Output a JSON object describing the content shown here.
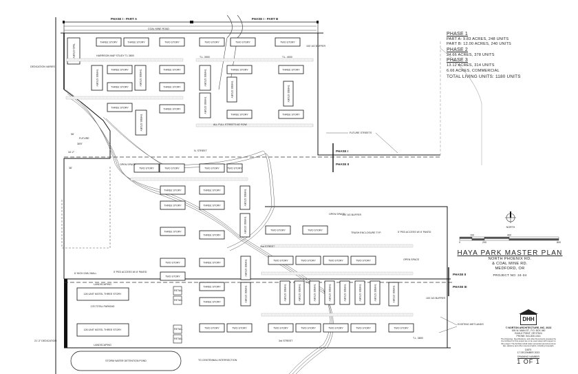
{
  "plan": {
    "phase_headers": {
      "part_a": "PHASE I - PART A",
      "part_b": "PHASE I - PART B"
    },
    "phase_markers": [
      {
        "above": "PHASE I",
        "below": "PHASE II"
      },
      {
        "above": "PHASE II",
        "below": "PHASE III"
      }
    ],
    "roads": {
      "coal_mine_road": "COAL MINE ROAD",
      "n_street": "N. STREET",
      "second_street": "2nd STREET",
      "third_street": "3rd STREET",
      "all_streets_note": "ALL FULL STREETS 60' ROW"
    },
    "building_labels": {
      "three_story": "THREE STORY",
      "two_story": "TWO STORY",
      "future": "FUTURE",
      "open_space": "OPEN SPACE"
    },
    "annotations": {
      "dedication_varies": "DEDICATION VARIES",
      "dim_58": "58'",
      "dim_38": "38'",
      "dim_34_2": "34'-2\"",
      "dim_38_6": "38'6\"",
      "future_streets": "FUTURE STREETS",
      "ag_buffer": "100' AG BUFFER",
      "trash_enclosure": "TRASH ENCLOSURE TYP.",
      "ped_access": "5' PED ACCESS W/ 8' PAVED",
      "cmu_wall": "6' HIGH CMU WALL",
      "dedication_21": "21'-3\" DEDICATION",
      "landscaping": "LANDSCAPING",
      "motel": "126 UNIT MOTEL THREE STORY",
      "total_parking": "178 TOTAL PARKING",
      "retail": "RETAIL",
      "detention_pond": "STORM WATER DETENTION POND",
      "centennial": "TO CENTENNIAL INTERSECTION",
      "existing_wetlands": "EXISTING WETLANDS",
      "harrison_note": "HARRISON MAP STUDY TL 3800",
      "tl_3900": "T.L. 3900",
      "tl_4000": "T.L. 4000",
      "tl_3800": "T.L. 3800"
    }
  },
  "legend": {
    "phase1_title": "PHASE 1",
    "phase1_part_a": "PART A: 9.83 ACRES, 248 UNITS",
    "phase1_part_b": "PART B: 12.00 ACRES, 240 UNITS",
    "phase2_title": "PHASE 2",
    "phase2_line": "24.66 ACRES, 378 UNITS",
    "phase3_title": "PHASE 3",
    "phase3_line1": "13.12 ACRES, 314 UNITS",
    "phase3_line2": "6.66 ACRES, COMMERCIAL",
    "total": "TOTAL LIVING UNITS: 1180 UNITS"
  },
  "scale_bar": {
    "ticks": [
      "0",
      "100",
      "200",
      "400",
      "800"
    ],
    "label": "NORTH"
  },
  "title_block": {
    "title": "HAYA PARK MASTER PLAN",
    "line1": "NORTH PHOENIX RD.",
    "line2": "& COAL MINE RD.",
    "line3": "MEDFORD, OR",
    "project": "PROJECT NO: 24-34"
  },
  "stamp": {
    "logo": "DHH",
    "firm": "© NORTON ARCHITECTURE, INC. 2023",
    "address1": "165 W. MAIN ST., P.O. BOX 460",
    "address2": "EAGLE POINT, OR 97524",
    "phone": "PHONE: 541-830-1014",
    "copyright_note": "The Drawings, Specifications, and other Documents prepared by the Architect for this project are to be used solely with respect to this project. The Architect shall retain ownership and all common law, statutory and other reserved rights, including Copyright.",
    "date_label": "DATE:",
    "date": "17 DECEMBER 2023",
    "sheet_label": "DRAWING NUMBER",
    "sheet": "1 OF 1"
  }
}
